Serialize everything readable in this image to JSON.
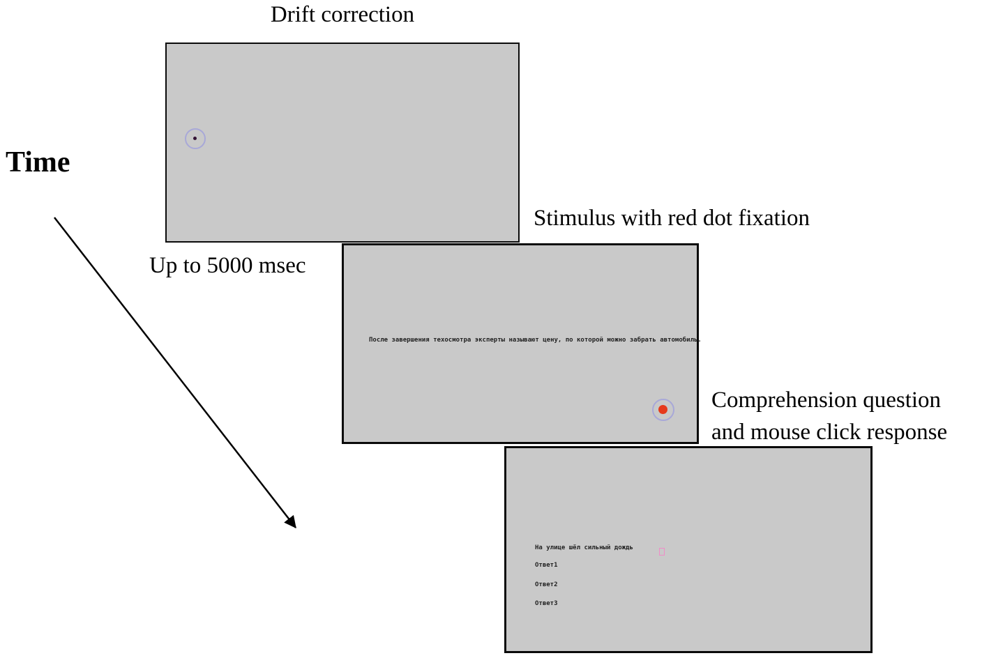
{
  "figure": {
    "time_label": "Time",
    "duration_label": "Up to 5000 msec",
    "panels": {
      "drift": {
        "title": "Drift correction"
      },
      "stimulus": {
        "title": "Stimulus with red dot fixation",
        "sentence": "После завершения техосмотра эксперты называют цену, по которой можно забрать автомобиль."
      },
      "question": {
        "title_line1": "Comprehension question",
        "title_line2": "and mouse click response",
        "question": "На улице шёл сильный дождь",
        "answers": [
          "Ответ1",
          "Ответ2",
          "Ответ3"
        ]
      }
    },
    "colors": {
      "screen_background": "#c9c9c9",
      "panel_border": "#0a0a0a",
      "target_ring": "#a8a8d8",
      "drift_dot": "#341335",
      "fixation_red_dot": "#e63a1c",
      "mouse_cursor_pink": "#f08cc8",
      "arrow": "#000000"
    }
  }
}
